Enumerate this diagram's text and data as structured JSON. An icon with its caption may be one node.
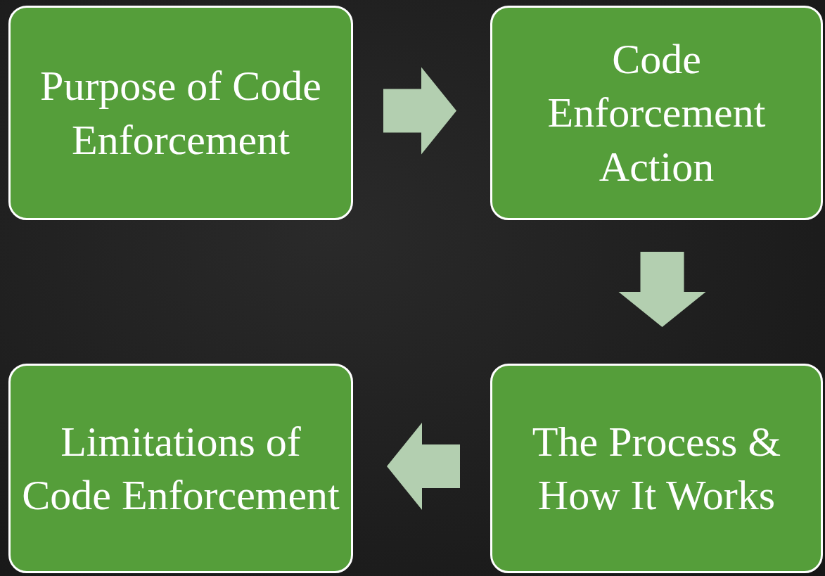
{
  "diagram": {
    "nodes": [
      {
        "text": [
          "Purpose of Code Enforcement"
        ]
      },
      {
        "text": [
          "Code Enforcement Action"
        ]
      },
      {
        "text": [
          "The Process & How It Works"
        ]
      },
      {
        "text": [
          "Limitations of Code Enforcement"
        ]
      }
    ],
    "edges": [
      {
        "from": 0,
        "to": 1,
        "arrow": "to"
      },
      {
        "from": 1,
        "to": 2,
        "arrow": "to"
      },
      {
        "from": 2,
        "to": 3,
        "arrow": "to"
      }
    ]
  }
}
